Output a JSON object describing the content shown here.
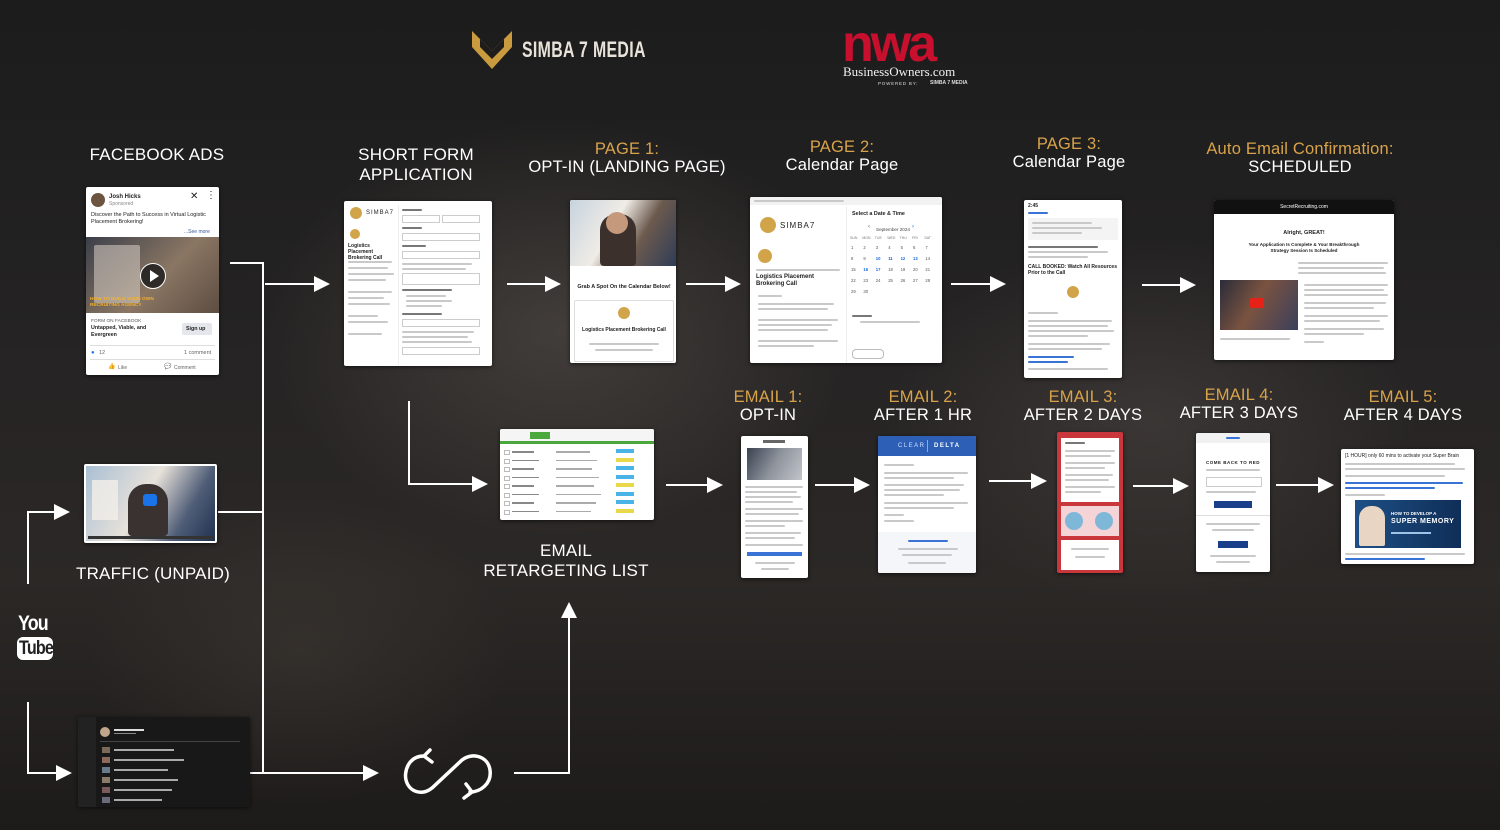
{
  "brand": {
    "simba_name": "SIMBA 7 MEDIA",
    "nwa_big": "nwa",
    "nwa_site": "BusinessOwners.com",
    "nwa_powered": "POWERED BY:",
    "nwa_powered_brand": "SIMBA 7 MEDIA"
  },
  "labels": {
    "facebook_ads": "FACEBOOK ADS",
    "short_form_1": "SHORT FORM",
    "short_form_2": "APPLICATION",
    "page1_title": "PAGE 1:",
    "page1_sub": "OPT-IN (LANDING PAGE)",
    "page2_title": "PAGE 2:",
    "page2_sub": "Calendar Page",
    "page3_title": "PAGE 3:",
    "page3_sub": "Calendar Page",
    "auto_title": "Auto Email Confirmation:",
    "auto_sub": "SCHEDULED",
    "traffic": "TRAFFIC (UNPAID)",
    "retarget_1": "EMAIL",
    "retarget_2": "RETARGETING LIST",
    "email1_title": "EMAIL 1:",
    "email1_sub": "OPT-IN",
    "email2_title": "EMAIL 2:",
    "email2_sub": "AFTER 1 HR",
    "email3_title": "EMAIL 3:",
    "email3_sub": "AFTER 2 DAYS",
    "email4_title": "EMAIL 4:",
    "email4_sub": "AFTER 3 DAYS",
    "email5_title": "EMAIL 5:",
    "email5_sub": "AFTER 4 DAYS",
    "youtube_you": "You",
    "youtube_tube": "Tube"
  },
  "fb_ad": {
    "author": "Josh Hicks",
    "sponsored": "Sponsored",
    "headline": "Discover the Path to Success in Virtual Logistic Placement Brokering!",
    "see_more": "...See more",
    "video_caption": "HOW TO BUILD YOUR OWN RECRUITING AGENCY",
    "form_source": "FORM ON FACEBOOK",
    "form_title": "Untapped, Viable, and Evergreen",
    "signup": "Sign up",
    "reactions": "12",
    "comments": "1 comment",
    "like": "Like",
    "comment": "Comment"
  },
  "screens": {
    "short_form_brand": "SIMBA7",
    "short_form_title": "Logistics Placement Brokering Call",
    "page1_cta": "Grab A Spot On the Calendar Below!",
    "page1_card_title": "Logistics Placement Brokering Call",
    "page2_brand": "SIMBA7",
    "page2_title": "Logistics Placement Brokering Call",
    "page2_select": "Select a Date & Time",
    "page2_month": "September 2024",
    "page2_weekdays": [
      "SUN",
      "MON",
      "TUE",
      "WED",
      "THU",
      "FRI",
      "SAT"
    ],
    "page2_days": [
      "1",
      "2",
      "3",
      "4",
      "5",
      "6",
      "7",
      "8",
      "9",
      "10",
      "11",
      "12",
      "13",
      "14",
      "15",
      "16",
      "17",
      "18",
      "19",
      "20",
      "21",
      "22",
      "23",
      "24",
      "25",
      "26",
      "27",
      "28",
      "29",
      "30"
    ],
    "page3_time": "2:45",
    "page3_booked": "CALL BOOKED: Watch All Resources Prior to the Call",
    "auto_site": "SecretRecruiting.com",
    "auto_hello": "Alright, GREAT!",
    "auto_msg": "Your Application Is Complete & Your Breakthrough Strategy Session Is Scheduled",
    "email2_brand_left": "CLEAR",
    "email2_brand_right": "DELTA",
    "email4_heading": "COME BACK TO RED",
    "email5_subject": "[1 HOUR] only 60 mins to activate your Super Brain",
    "email5_banner_1": "HOW TO DEVELOP A",
    "email5_banner_2": "SUPER MEMORY"
  }
}
